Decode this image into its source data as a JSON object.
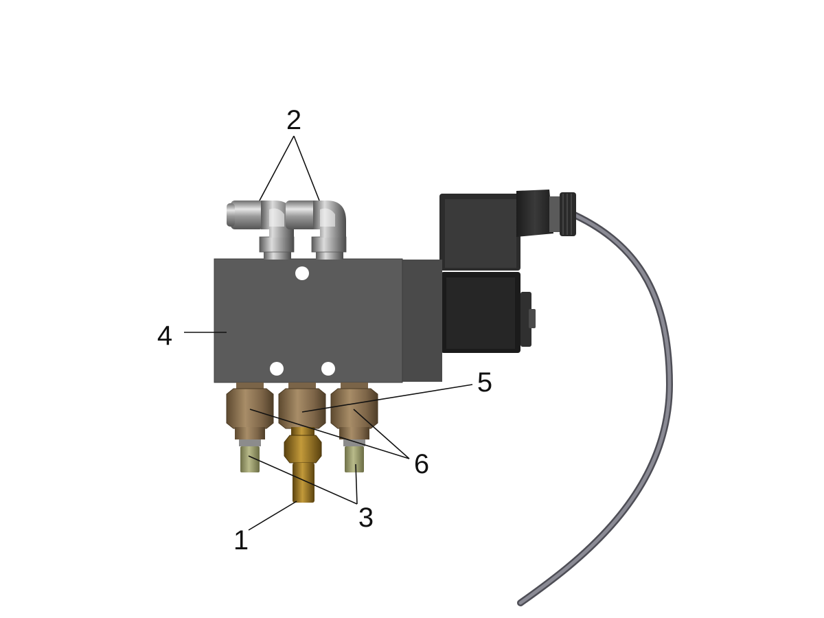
{
  "diagram": {
    "callouts": [
      {
        "id": "c1",
        "label": "1"
      },
      {
        "id": "c2",
        "label": "2"
      },
      {
        "id": "c3",
        "label": "3"
      },
      {
        "id": "c4",
        "label": "4"
      },
      {
        "id": "c5",
        "label": "5"
      },
      {
        "id": "c6",
        "label": "6"
      }
    ]
  },
  "colors": {
    "background": "#ffffff",
    "valve_body": "#5a5a5a",
    "valve_body_side": "#4a4a4a",
    "coil": "#2b2b2b",
    "coil_dark": "#1a1a1a",
    "fitting_chrome": "#9a9a9a",
    "nut_bronze": "#8a7456",
    "nipple_olive": "#9a9c6a",
    "brass_inlet": "#8b6a22",
    "cable": "#707078",
    "label": "#111111"
  }
}
